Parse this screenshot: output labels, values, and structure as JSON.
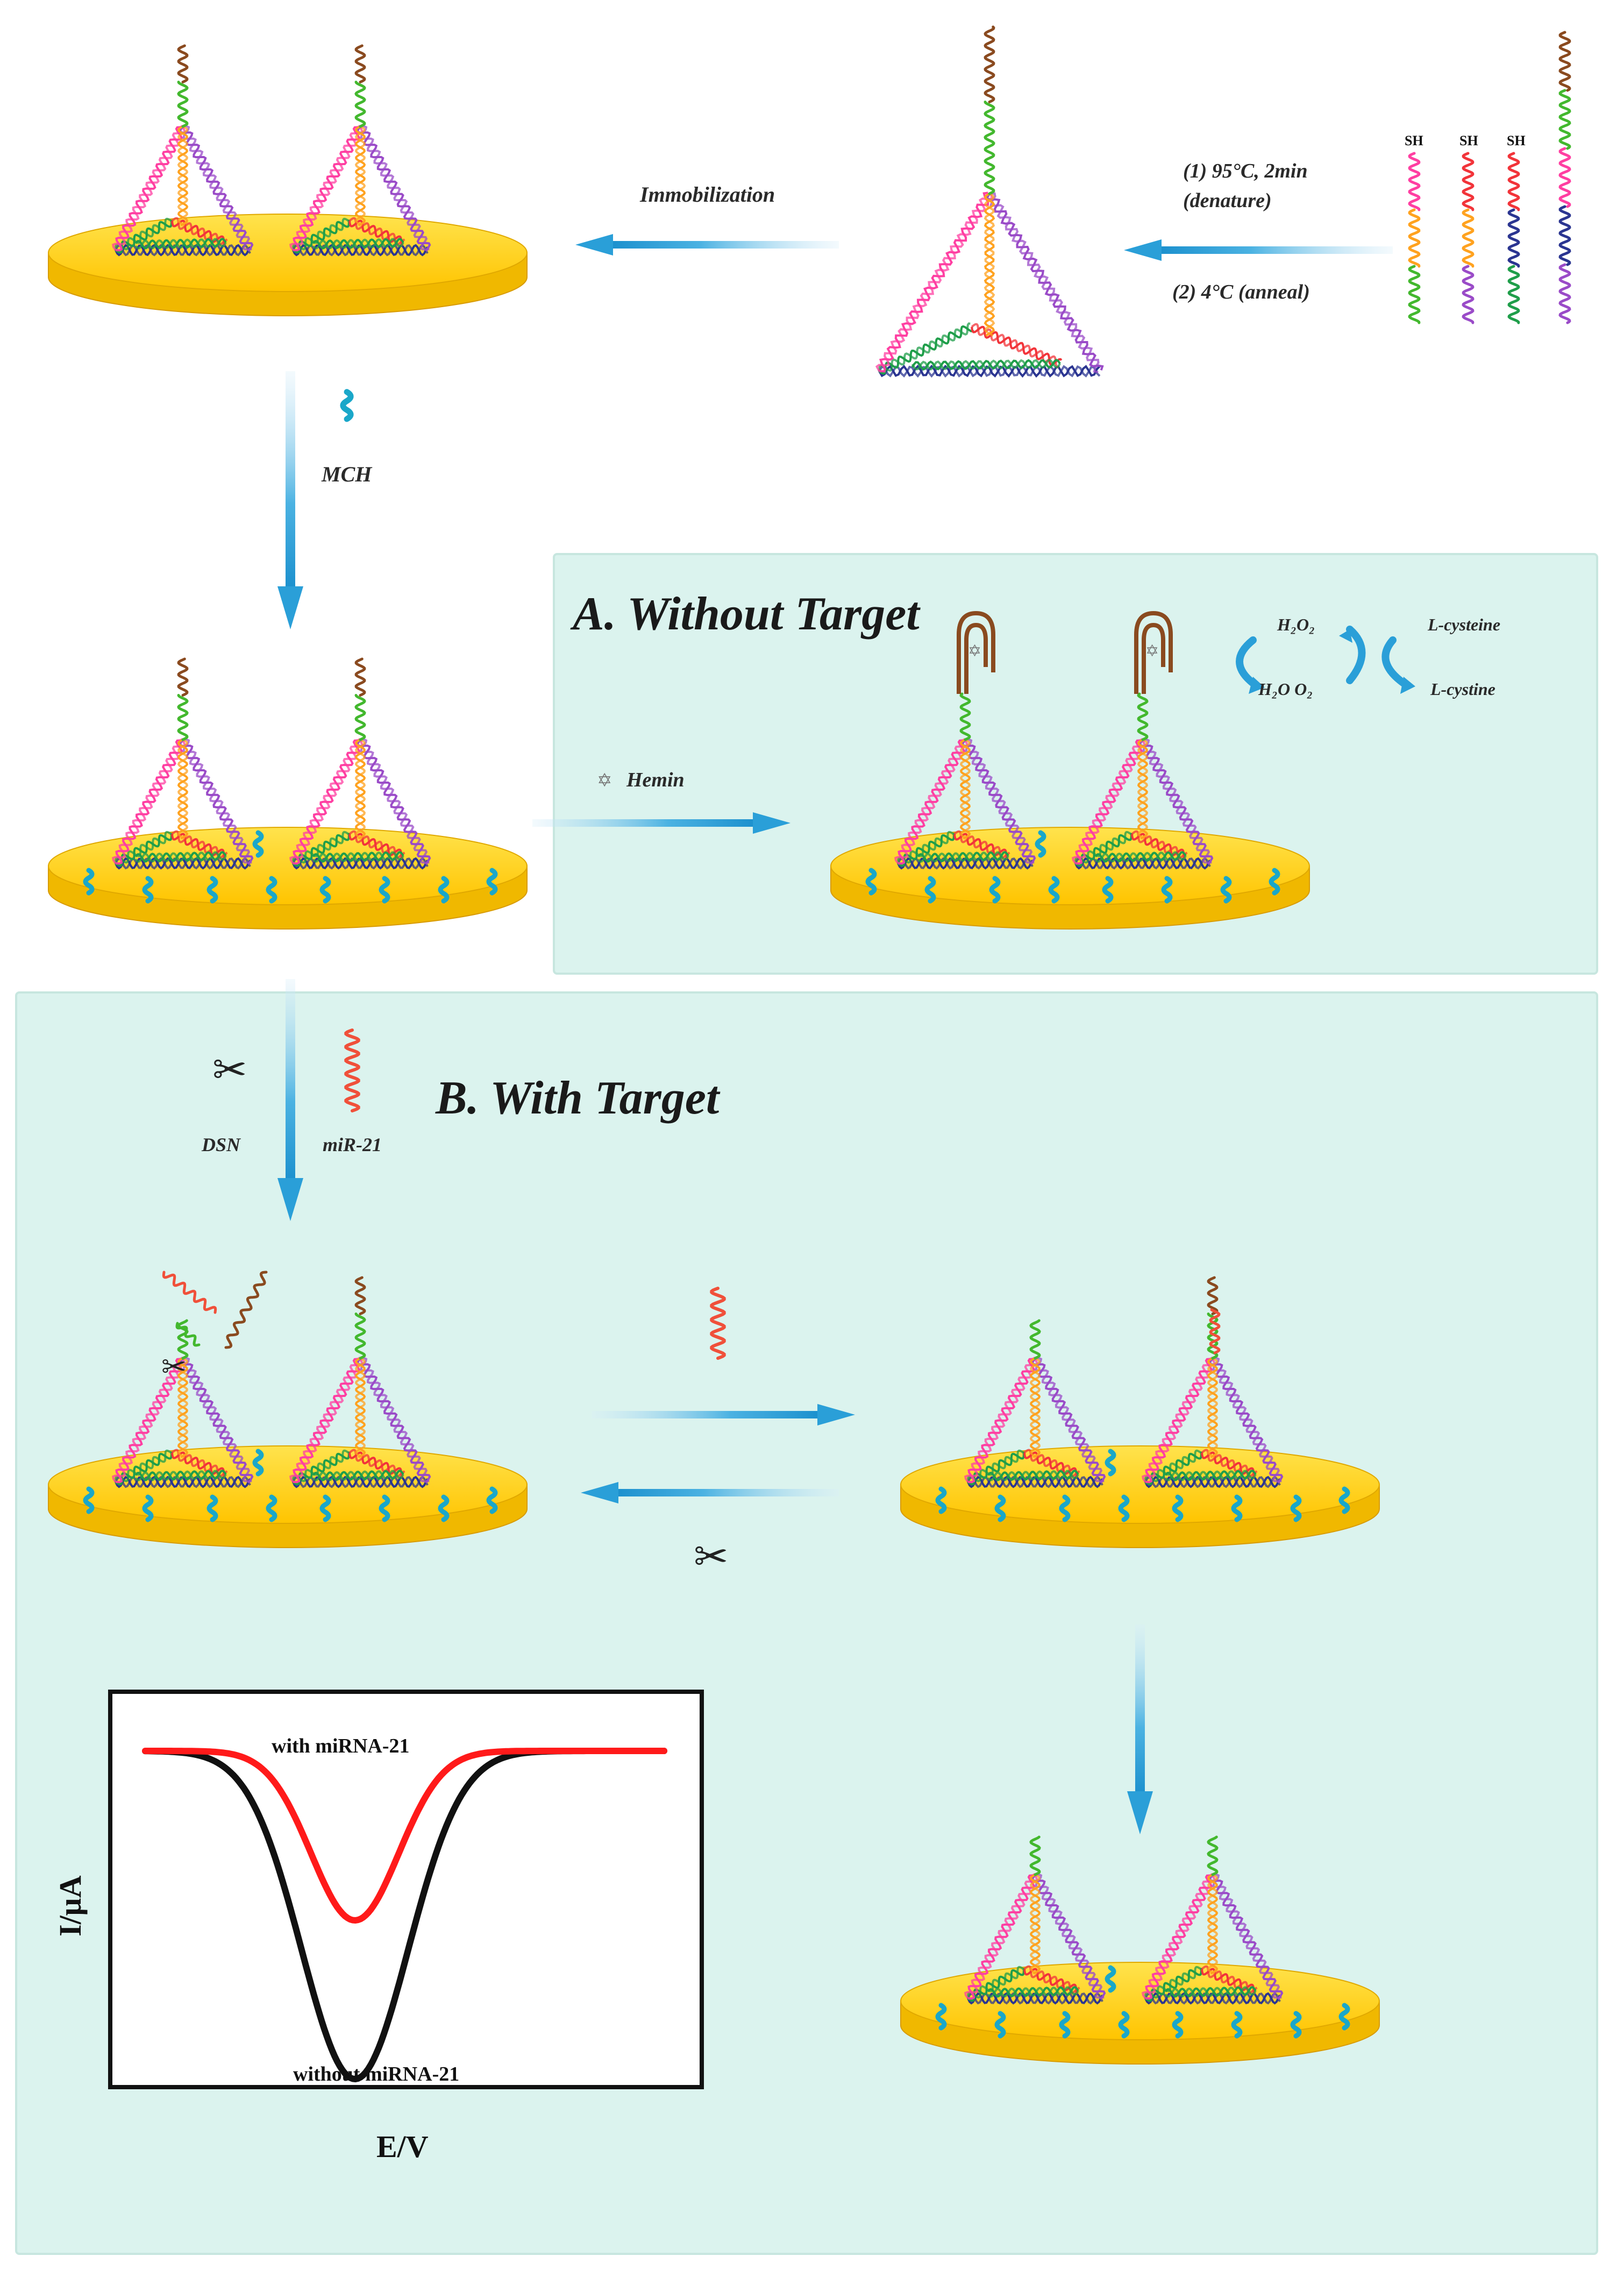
{
  "colors": {
    "panel_bg": "#dbf3ee",
    "panel_border": "#c7e6df",
    "gold_top": "#ffd21a",
    "gold_side": "#f0b800",
    "arrow": "#2a9fd8",
    "mch": "#1aa7c9",
    "edge_pink": "#ff3fa2",
    "edge_purple": "#9a4bc8",
    "edge_orange": "#ffa21f",
    "edge_green": "#1f9e4a",
    "edge_red": "#f2343a",
    "edge_navy": "#2b3591",
    "probe_green": "#43b82e",
    "probe_brown": "#8a4a1f",
    "target": "#f0503a",
    "curve_with": "#ff1a1a",
    "curve_without": "#111111"
  },
  "labels": {
    "immobilization": "Immobilization",
    "step1": "(1) 95°C, 2min",
    "denature": "(denature)",
    "step2": "(2) 4°C (anneal)",
    "sh": "SH",
    "mch": "MCH",
    "hemin": "Hemin",
    "h2o2": "H₂O₂",
    "h2o_o2": "H₂O  O₂",
    "l_cysteine": "L-cysteine",
    "l_cystine": "L-cystine",
    "dsn": "DSN",
    "mir21": "miR-21"
  },
  "panels": {
    "a_title": "A. Without Target",
    "b_title": "B. With Target"
  },
  "chart_data": {
    "type": "line",
    "xlabel": "E/V",
    "ylabel": "I/μA",
    "series": [
      {
        "name": "with miRNA-21",
        "values": [
          0,
          0,
          -0.1,
          -0.5,
          -1.0,
          -0.5,
          -0.1,
          0,
          0
        ]
      },
      {
        "name": "without miRNA-21",
        "values": [
          0,
          0,
          -0.3,
          -1.2,
          -2.2,
          -1.2,
          -0.3,
          0,
          0
        ]
      }
    ],
    "grid": false,
    "legend": "inline labels"
  }
}
